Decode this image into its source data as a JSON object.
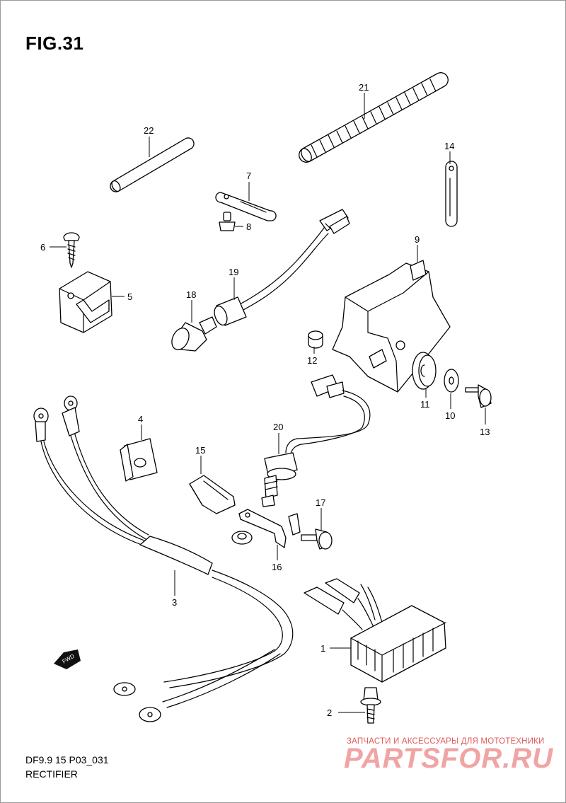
{
  "figure": {
    "title": "FIG.31",
    "model_code": "DF9.9 15 P03_031",
    "name": "RECTIFIER"
  },
  "fwd_label": "FWD",
  "callouts": {
    "p1": "1",
    "p2": "2",
    "p3": "3",
    "p4": "4",
    "p5": "5",
    "p6": "6",
    "p7": "7",
    "p8": "8",
    "p9": "9",
    "p10": "10",
    "p11": "11",
    "p12": "12",
    "p13": "13",
    "p14": "14",
    "p15": "15",
    "p16": "16",
    "p17": "17",
    "p18": "18",
    "p19": "19",
    "p20": "20",
    "p21": "21",
    "p22": "22"
  },
  "watermark": {
    "caption": "ЗАПЧАСТИ И АКСЕССУАРЫ ДЛЯ МОТОТЕХНИКИ",
    "brand": "PARTSFOR.RU"
  },
  "colors": {
    "line": "#000000",
    "background": "#ffffff",
    "watermark": "#f0a4a4"
  }
}
